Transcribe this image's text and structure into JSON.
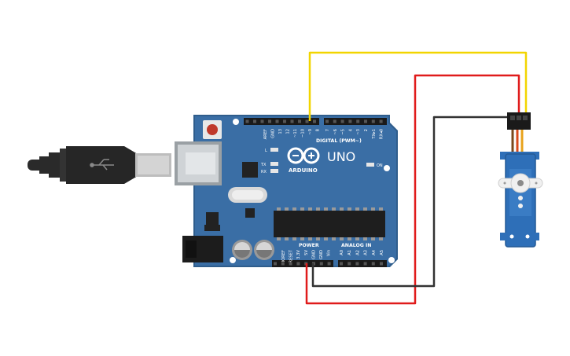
{
  "board": {
    "brand": "ARDUINO",
    "model": "UNO",
    "digital_header_label": "DIGITAL (PWM~)",
    "power_label": "POWER",
    "analog_label": "ANALOG IN",
    "on_label": "ON",
    "l_label": "L",
    "tx_label": "TX",
    "rx_label": "RX",
    "digital_pins": [
      "AREF",
      "GND",
      "13",
      "12",
      "~11",
      "~10",
      "~9",
      "8",
      "7",
      "~6",
      "~5",
      "4",
      "~3",
      "2",
      "TX▸1",
      "RX◂0"
    ],
    "power_pins": [
      "IOREF",
      "RESET",
      "3.3V",
      "5V",
      "GND",
      "GND",
      "Vin"
    ],
    "analog_pins": [
      "A0",
      "A1",
      "A2",
      "A3",
      "A4",
      "A5"
    ]
  },
  "wires": [
    {
      "name": "signal",
      "from": "~9",
      "to": "servo-signal",
      "color": "#f2d500"
    },
    {
      "name": "power",
      "from": "5V",
      "to": "servo-power",
      "color": "#e01b1b"
    },
    {
      "name": "ground",
      "from": "GND",
      "to": "servo-ground",
      "color": "#333333"
    }
  ],
  "colors": {
    "board": "#3a6ea5",
    "board_edge": "#2f5d8c",
    "servo": "#2e6fb8",
    "usb_cable": "#2a2a2a",
    "usb_plug": "#cfd3d6"
  }
}
